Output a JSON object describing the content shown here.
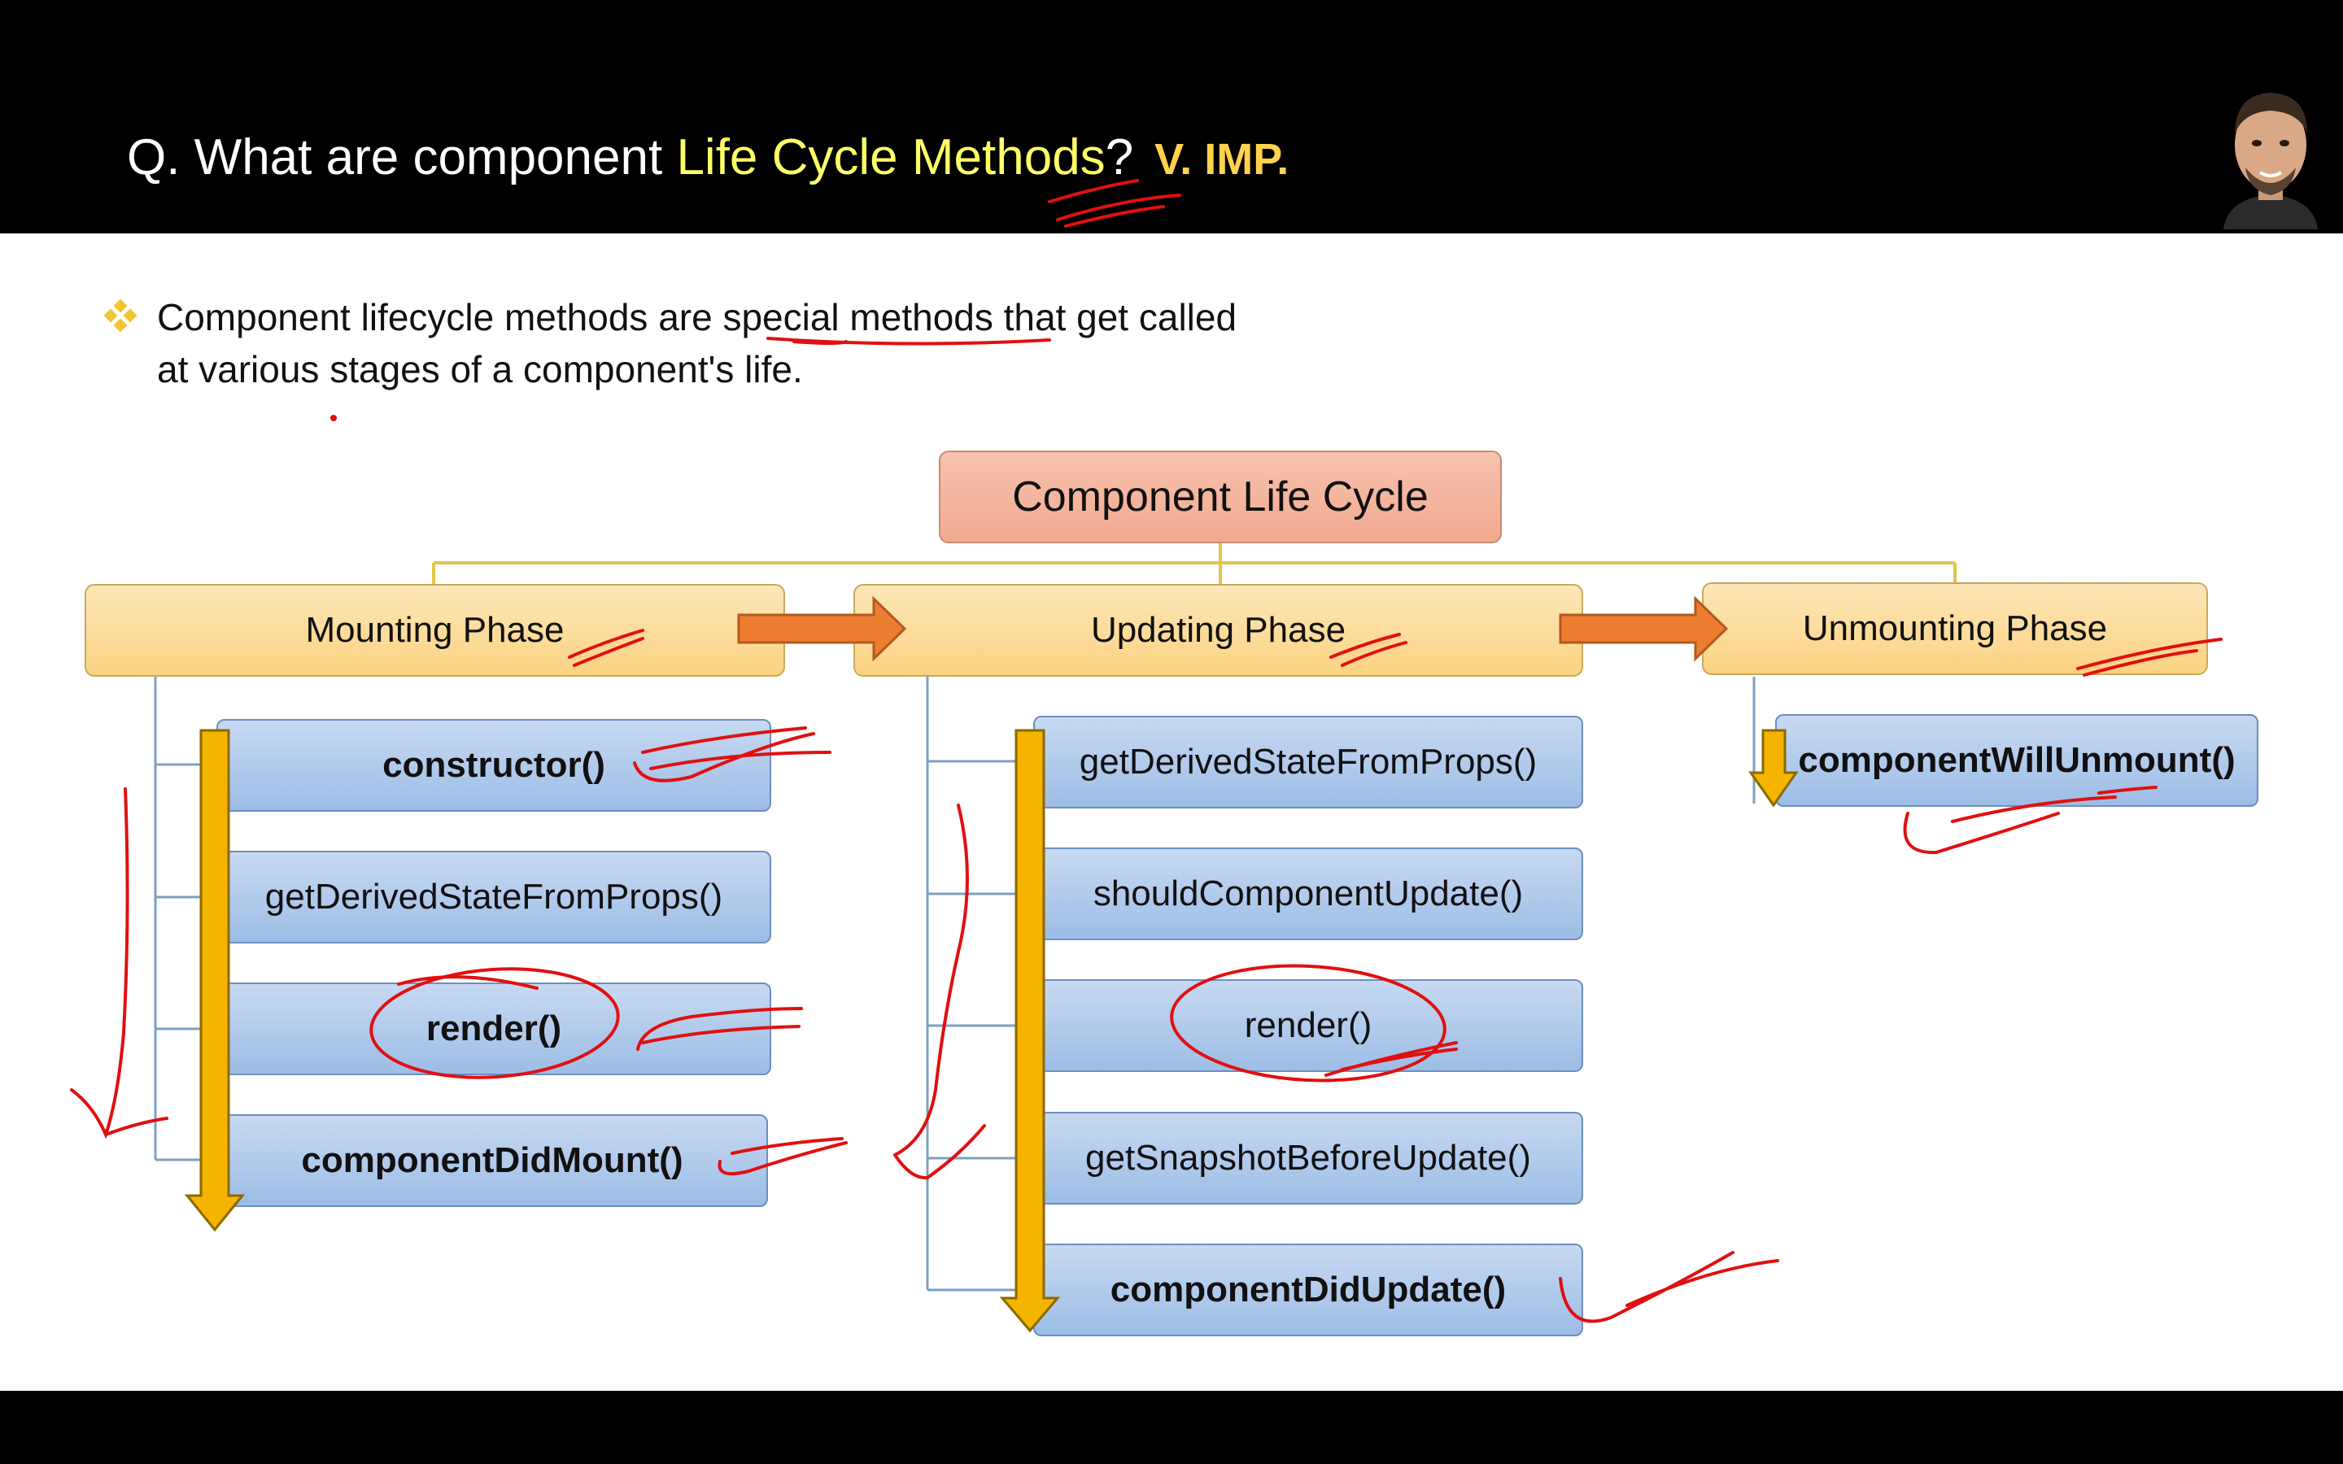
{
  "title": {
    "prefix": "Q. What are component ",
    "highlight": "Life Cycle Methods",
    "suffix": "?",
    "badge": "V. IMP."
  },
  "presenter": {
    "icon": "presenter-avatar"
  },
  "bullet": {
    "icon": "diamond-bullet-icon",
    "line1": "Component lifecycle methods are special methods that get called",
    "line2": "at various stages of a component's life."
  },
  "diagram": {
    "root": "Component Life Cycle",
    "phases": {
      "mounting": {
        "label": "Mounting Phase",
        "methods": [
          "constructor()",
          "getDerivedStateFromProps()",
          "render()",
          "componentDidMount()"
        ]
      },
      "updating": {
        "label": "Updating Phase",
        "methods": [
          "getDerivedStateFromProps()",
          "shouldComponentUpdate()",
          "render()",
          "getSnapshotBeforeUpdate()",
          "componentDidUpdate()"
        ]
      },
      "unmounting": {
        "label": "Unmounting Phase",
        "methods": [
          "componentWillUnmount()"
        ]
      }
    }
  },
  "colors": {
    "title_highlight": "#ffff66",
    "badge": "#ffd24d",
    "root_fill": "#f1a98f",
    "phase_fill": "#fbd282",
    "method_fill": "#9dbde6",
    "flow_arrow": "#f4b400",
    "phase_arrow": "#ed7d31",
    "connector": "#e0c64a",
    "tree_line": "#7f9fbf",
    "annotation_ink": "#e01010"
  }
}
